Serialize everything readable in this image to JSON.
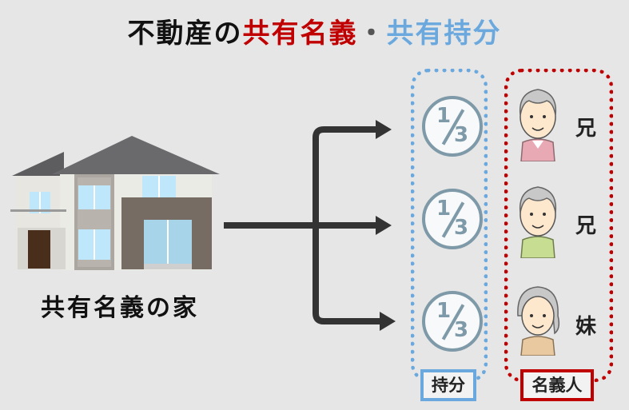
{
  "title": {
    "part1": "不動産の",
    "part2": "共有名義",
    "separator": "・",
    "part3": "共有持分"
  },
  "house": {
    "label": "共有名義の家",
    "icon": "house-icon"
  },
  "shares": [
    {
      "numerator": "1",
      "denominator": "3"
    },
    {
      "numerator": "1",
      "denominator": "3"
    },
    {
      "numerator": "1",
      "denominator": "3"
    }
  ],
  "owners": [
    {
      "relation": "兄",
      "icon": "elderly-man-icon",
      "shirt_color": "#e9a9b4"
    },
    {
      "relation": "兄",
      "icon": "elderly-man-icon",
      "shirt_color": "#c7dd92"
    },
    {
      "relation": "妹",
      "icon": "elderly-woman-icon",
      "shirt_color": "#e9c9a0"
    }
  ],
  "labels": {
    "share": "持分",
    "owner": "名義人"
  },
  "colors": {
    "red": "#c00000",
    "blue": "#6aa8de",
    "background": "#e6e6e6",
    "arrow": "#333333"
  }
}
